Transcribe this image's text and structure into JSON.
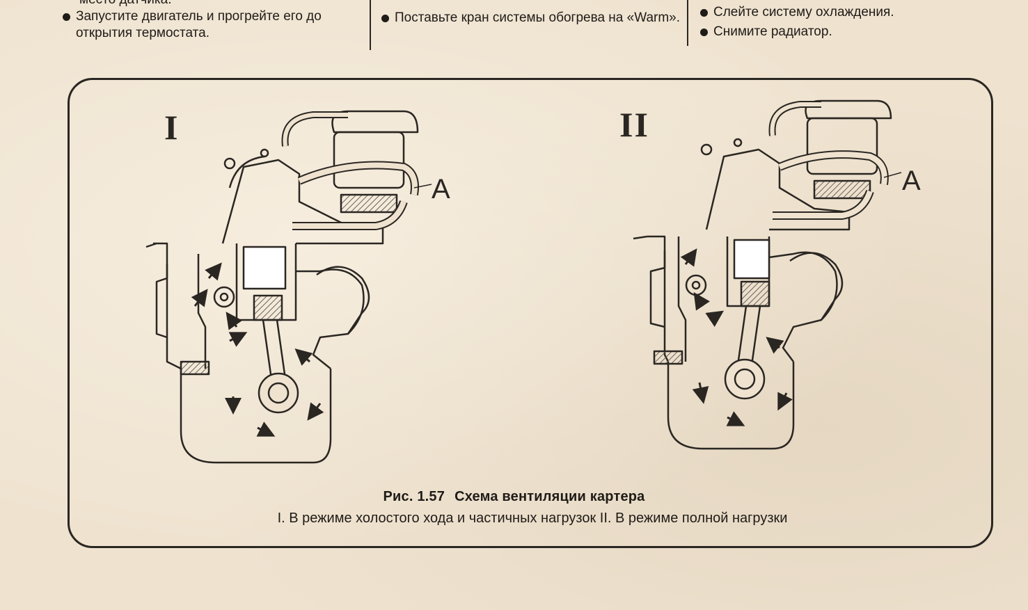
{
  "top_text": {
    "col1": {
      "overflow": "место датчика.",
      "bullet": "Запустите двигатель и прогрейте его до открытия термостата."
    },
    "col2": {
      "bullet": "Поставьте кран системы обогрева на «Warm»."
    },
    "col3": {
      "bullets": [
        "Слейте систему охлаждения.",
        "Снимите радиатор."
      ]
    }
  },
  "figure": {
    "panel_1": {
      "numeral": "I",
      "callout": "A"
    },
    "panel_2": {
      "numeral": "II",
      "callout": "A"
    },
    "caption_number": "Рис. 1.57",
    "caption_title": "Схема вентиляции картера",
    "caption_sub": "I. В режиме холостого хода и частичных нагрузок II. В режиме полной нагрузки"
  },
  "colors": {
    "paper": "#efe3d0",
    "ink": "#2a2622",
    "hatch": "#6a6058"
  }
}
